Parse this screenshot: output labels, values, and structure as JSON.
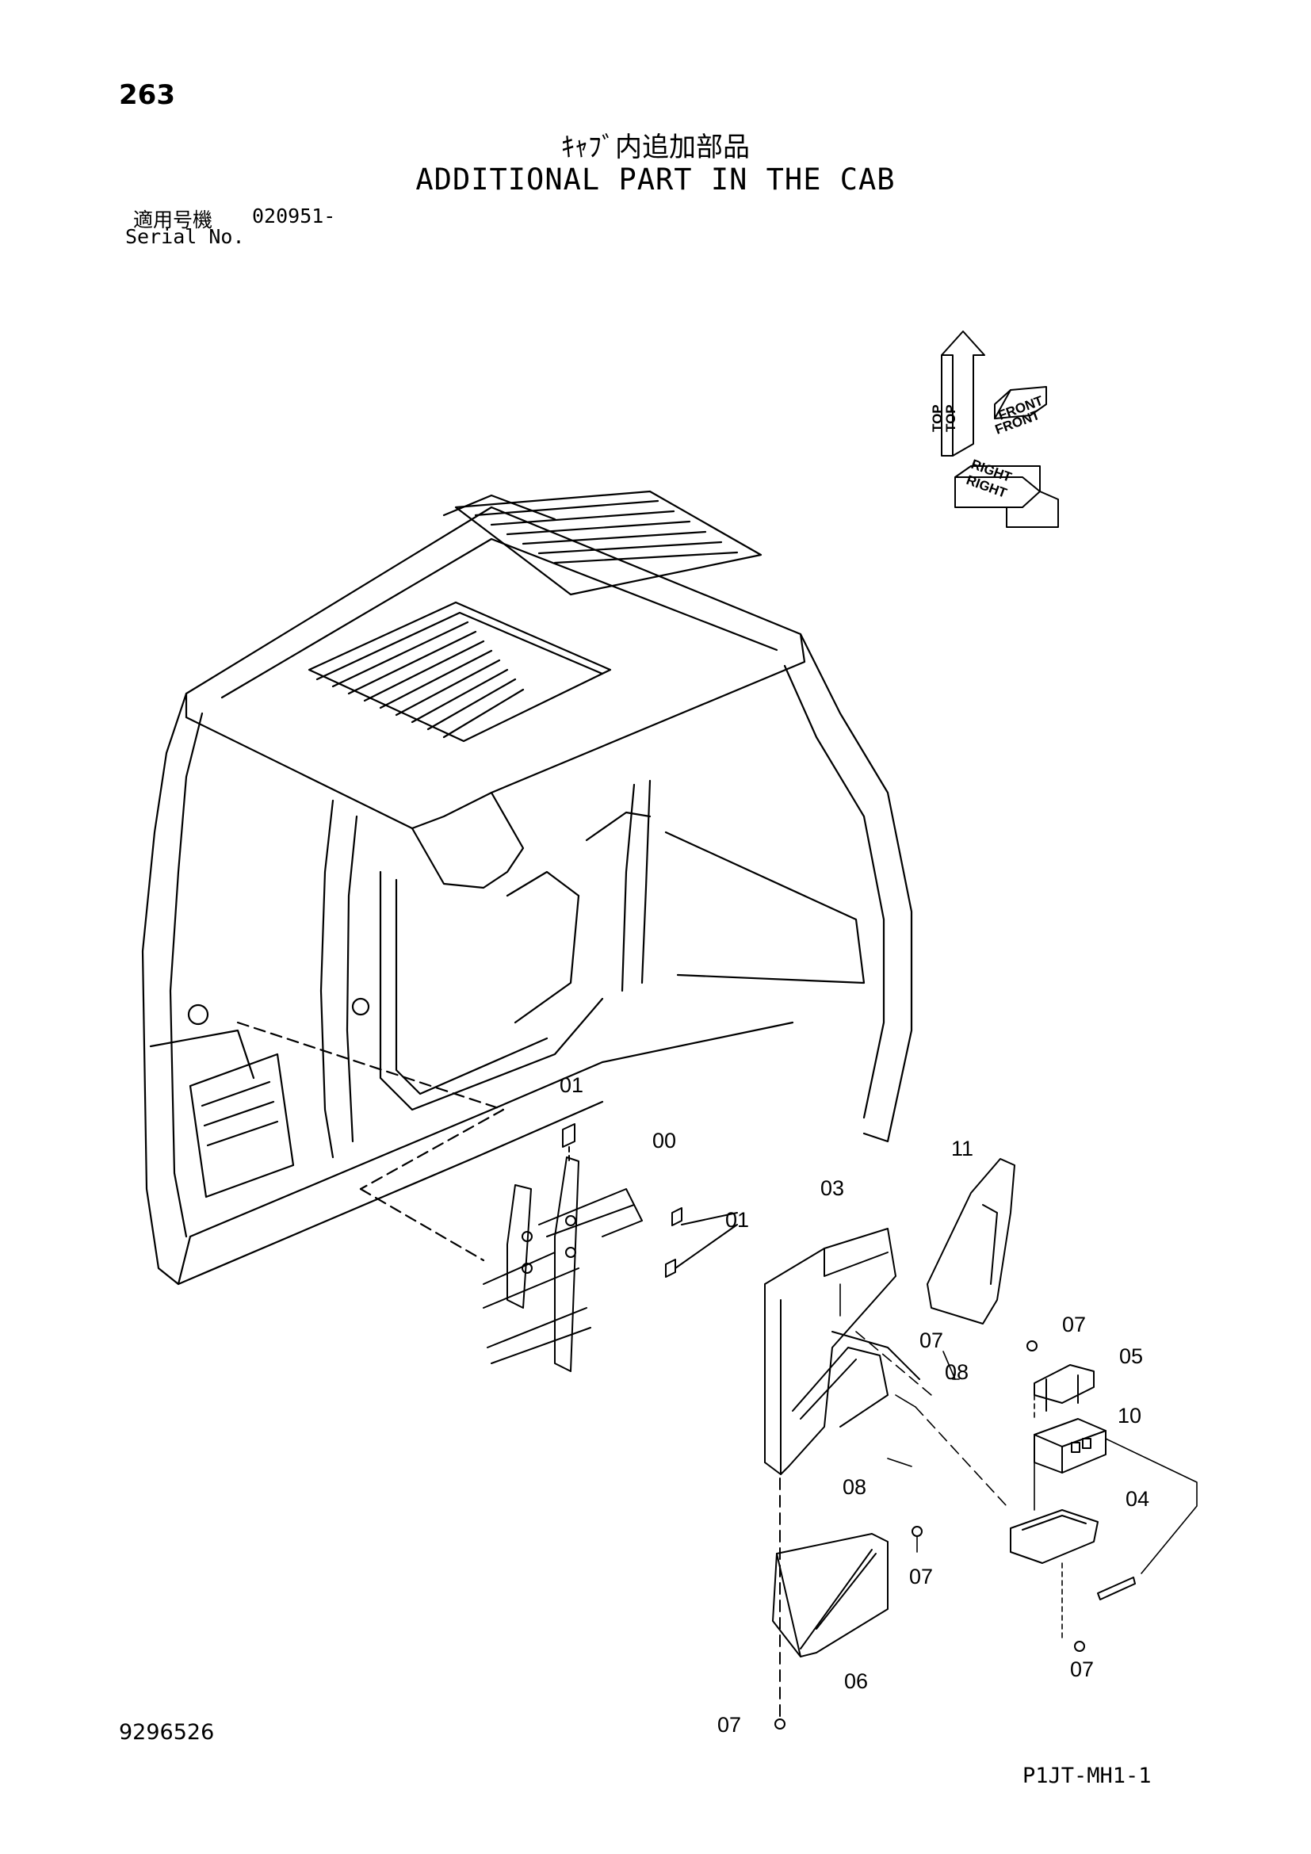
{
  "header": {
    "page_number": "263",
    "title_jp": "ｷｬﾌﾞ内追加部品",
    "title_en": "ADDITIONAL PART IN THE CAB",
    "serial_label_jp": "適用号機",
    "serial_value": "020951-",
    "serial_label_en": "Serial No."
  },
  "orientation": {
    "top": "TOP",
    "front": "FRONT",
    "right": "RIGHT"
  },
  "callouts": [
    "01",
    "00",
    "01",
    "03",
    "11",
    "07",
    "07",
    "08",
    "05",
    "10",
    "08",
    "04",
    "07",
    "07",
    "06",
    "07"
  ],
  "footer": {
    "document_number": "9296526",
    "sheet_code": "P1JT-MH1-1"
  }
}
